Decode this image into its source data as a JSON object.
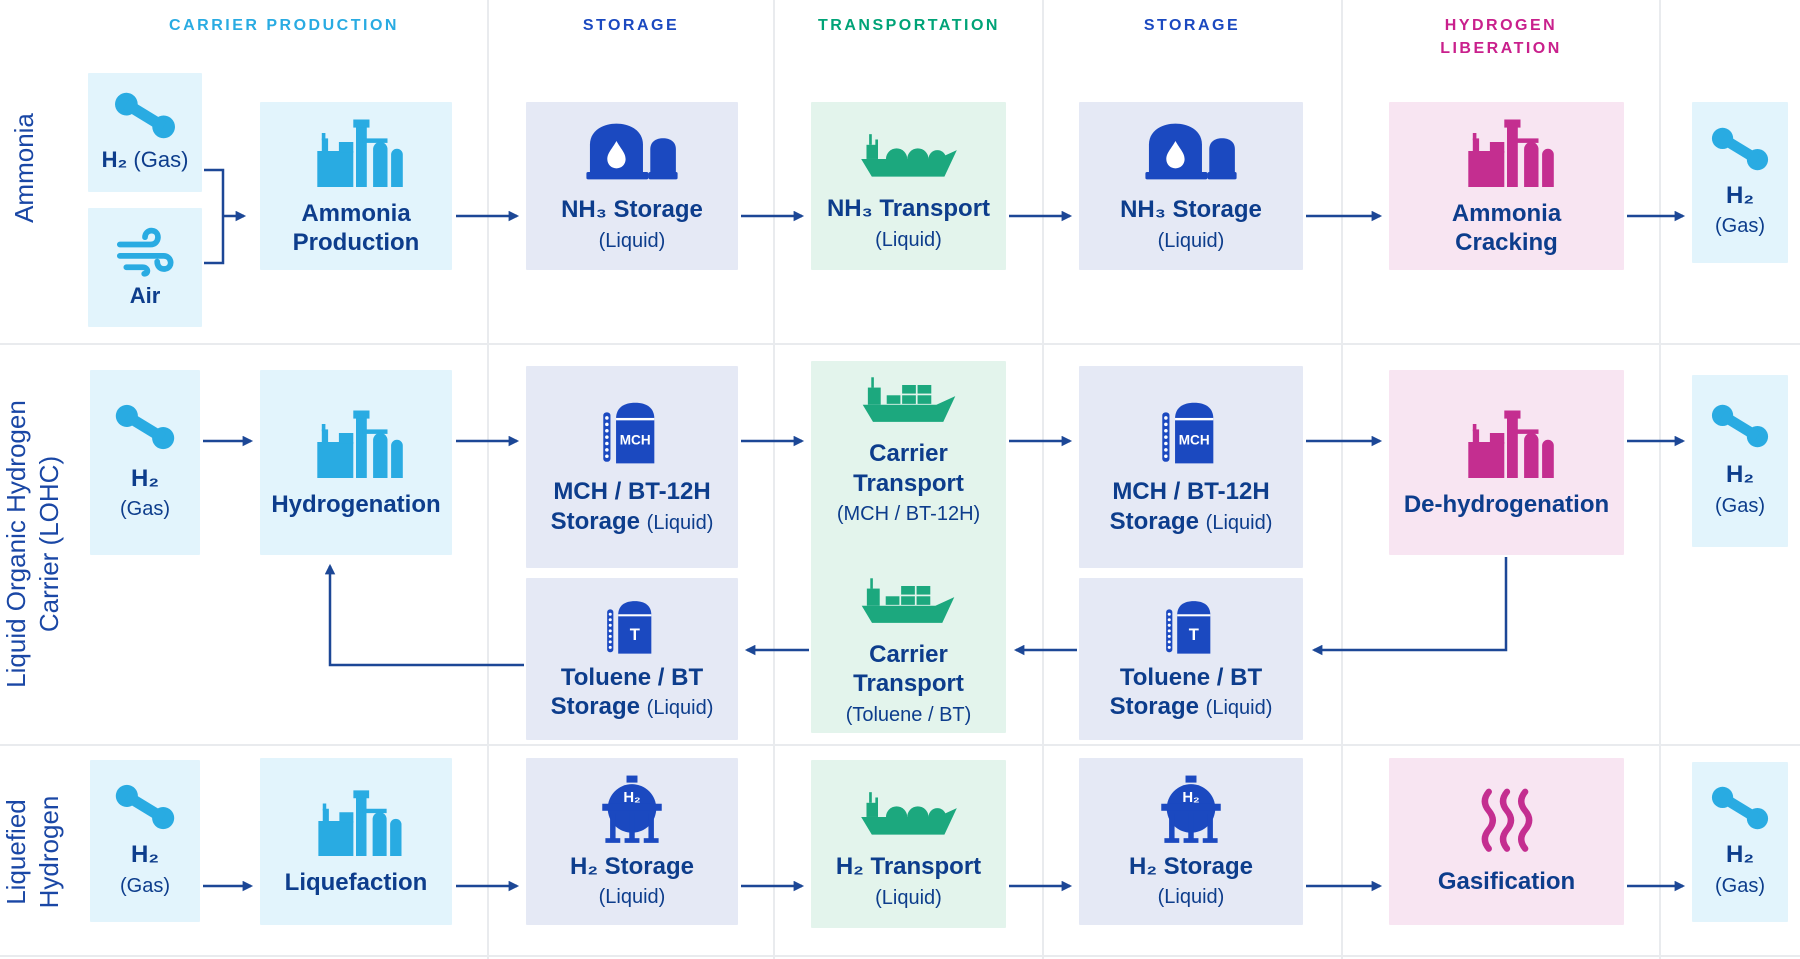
{
  "palette": {
    "cyan": "#29ABE2",
    "royal_blue": "#1B49C0",
    "green_header": "#00A377",
    "green_icon": "#1CA87E",
    "magenta_header": "#C9208C",
    "magenta_icon": "#C42E90",
    "navy_text": "#0D3D8C",
    "arrow": "#1C4796",
    "bg_light_cyan": "#E2F4FC",
    "bg_lavender": "#E5E9F5",
    "bg_light_green": "#E3F4EC",
    "bg_light_pink": "#F8E5F2",
    "divider_gray": "#E9EBEE"
  },
  "column_headers": {
    "production": "CARRIER PRODUCTION",
    "storage1": "STORAGE",
    "transportation": "TRANSPORTATION",
    "storage2": "STORAGE",
    "liberation_line1": "HYDROGEN",
    "liberation_line2": "LIBERATION"
  },
  "row_labels": {
    "ammonia": "Ammonia",
    "lohc_line1": "Liquid Organic Hydrogen",
    "lohc_line2": "Carrier (LOHC)",
    "lh2_line1": "Liquefied",
    "lh2_line2": "Hydrogen"
  },
  "ammonia_row": {
    "h2_input_bold": "H₂",
    "h2_input_reg": "(Gas)",
    "air_input": "Air",
    "production_line1": "Ammonia",
    "production_line2": "Production",
    "storage1_title": "NH₃ Storage",
    "storage1_sub": "(Liquid)",
    "transport_title": "NH₃ Transport",
    "transport_sub": "(Liquid)",
    "storage2_title": "NH₃ Storage",
    "storage2_sub": "(Liquid)",
    "liberation_line1": "Ammonia",
    "liberation_line2": "Cracking",
    "output_title": "H₂",
    "output_sub": "(Gas)"
  },
  "lohc_row": {
    "h2_input_title": "H₂",
    "h2_input_sub": "(Gas)",
    "production_title": "Hydrogenation",
    "mch_tank_label": "MCH",
    "toluene_tank_label": "T",
    "storage1_line1": "MCH / BT-12H",
    "storage1_line2_bold": "Storage",
    "storage1_line2_reg": "(Liquid)",
    "transport1_line1": "Carrier",
    "transport1_line2": "Transport",
    "transport1_sub": "(MCH / BT-12H)",
    "transport2_line1": "Carrier",
    "transport2_line2": "Transport",
    "transport2_sub": "(Toluene / BT)",
    "storage2_line1": "MCH / BT-12H",
    "storage2_line2_bold": "Storage",
    "storage2_line2_reg": "(Liquid)",
    "toluene_left_line1": "Toluene / BT",
    "toluene_left_line2_bold": "Storage",
    "toluene_left_line2_reg": "(Liquid)",
    "toluene_right_line1": "Toluene / BT",
    "toluene_right_line2_bold": "Storage",
    "toluene_right_line2_reg": "(Liquid)",
    "liberation_title": "De-hydrogenation",
    "output_title": "H₂",
    "output_sub": "(Gas)"
  },
  "lh2_row": {
    "h2_input_title": "H₂",
    "h2_input_sub": "(Gas)",
    "production_title": "Liquefaction",
    "sphere_tank_label": "H₂",
    "storage1_title": "H₂ Storage",
    "storage1_sub": "(Liquid)",
    "transport_title": "H₂ Transport",
    "transport_sub": "(Liquid)",
    "storage2_title": "H₂ Storage",
    "storage2_sub": "(Liquid)",
    "liberation_title": "Gasification",
    "output_title": "H₂",
    "output_sub": "(Gas)"
  }
}
